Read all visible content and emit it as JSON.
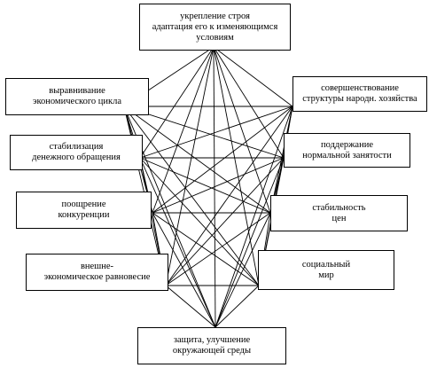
{
  "nodes": {
    "top": {
      "line1": "укрепление строя",
      "line2": "адаптация его к изменяющимся",
      "line3": "условиям"
    },
    "l1": {
      "line1": "выравнивание",
      "line2": "экономического  цикла"
    },
    "l2": {
      "line1": "стабилизация",
      "line2": "денежного обращения"
    },
    "l3": {
      "line1": "поощрение",
      "line2": "конкуренции"
    },
    "l4": {
      "line1": "внешне-",
      "line2": "экономическое равновесие"
    },
    "r1": {
      "line1": "совершенствование",
      "line2": "структуры народн.  хозяйства"
    },
    "r2": {
      "line1": "поддержание",
      "line2": "нормальной занятости"
    },
    "r3": {
      "line1": "стабильность",
      "line2": "цен"
    },
    "r4": {
      "line1": "социальный",
      "line2": "мир"
    },
    "bottom": {
      "line1": "защита, улучшение",
      "line2": "окружающей среды"
    }
  }
}
